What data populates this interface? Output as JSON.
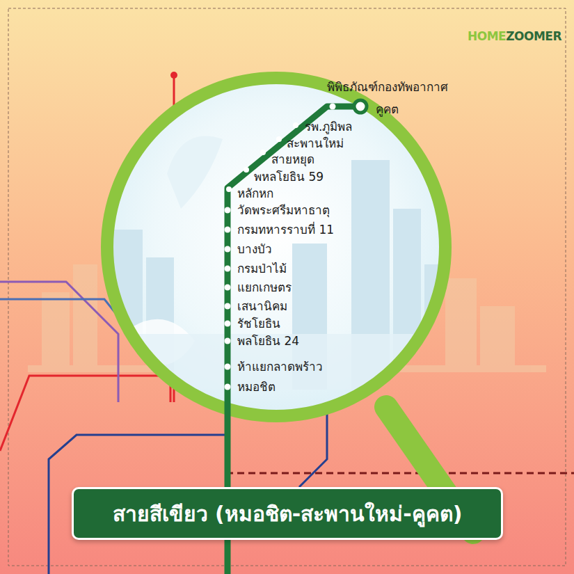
{
  "diagram": {
    "title": "สายสีเขียว (หมอชิต-สะพานใหม่-คูคต)",
    "labels": [
      "HOME",
      "ZOOMER",
      "พิพิธภัณฑ์กองทัพอากาศ",
      "คูคต",
      "รพ.ภูมิพล",
      "สะพานใหม่",
      "สายหยุด",
      "พหลโยธิน 59",
      "หลักหก",
      "วัดพระศรีมหาธาตุ",
      "กรมทหารราบที่ 11",
      "บางบัว",
      "กรมป่าไม้",
      "แยกเกษตร",
      "เสนานิคม",
      "รัชโยธิน",
      "พลโยธิน 24",
      "ห้าแยกลาดพร้าว",
      "หมอชิต"
    ]
  }
}
